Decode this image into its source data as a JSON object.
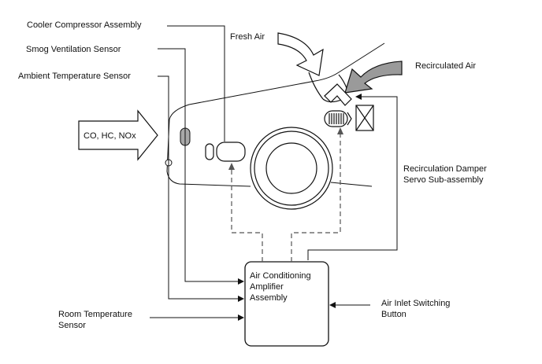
{
  "labels": {
    "cooler_compressor": "Cooler Compressor Assembly",
    "smog_sensor": "Smog Ventilation Sensor",
    "ambient_sensor": "Ambient Temperature Sensor",
    "fresh_air": "Fresh Air",
    "recirculated_air": "Recirculated Air",
    "emissions": "CO, HC, NOx",
    "damper_line1": "Recirculation Damper",
    "damper_line2": "Servo Sub-assembly",
    "room_temp_line1": "Room Temperature",
    "room_temp_line2": "Sensor",
    "switch_line1": "Air Inlet Switching",
    "switch_line2": "Button"
  },
  "amplifier": {
    "line1": "Air Conditioning",
    "line2": "Amplifier",
    "line3": "Assembly"
  },
  "colors": {
    "line": "#111111",
    "dashed": "#555555",
    "arrow_fill_light": "#ffffff",
    "arrow_fill_dark": "#9a9a9a",
    "sensor_fill": "#a8a8a8"
  }
}
